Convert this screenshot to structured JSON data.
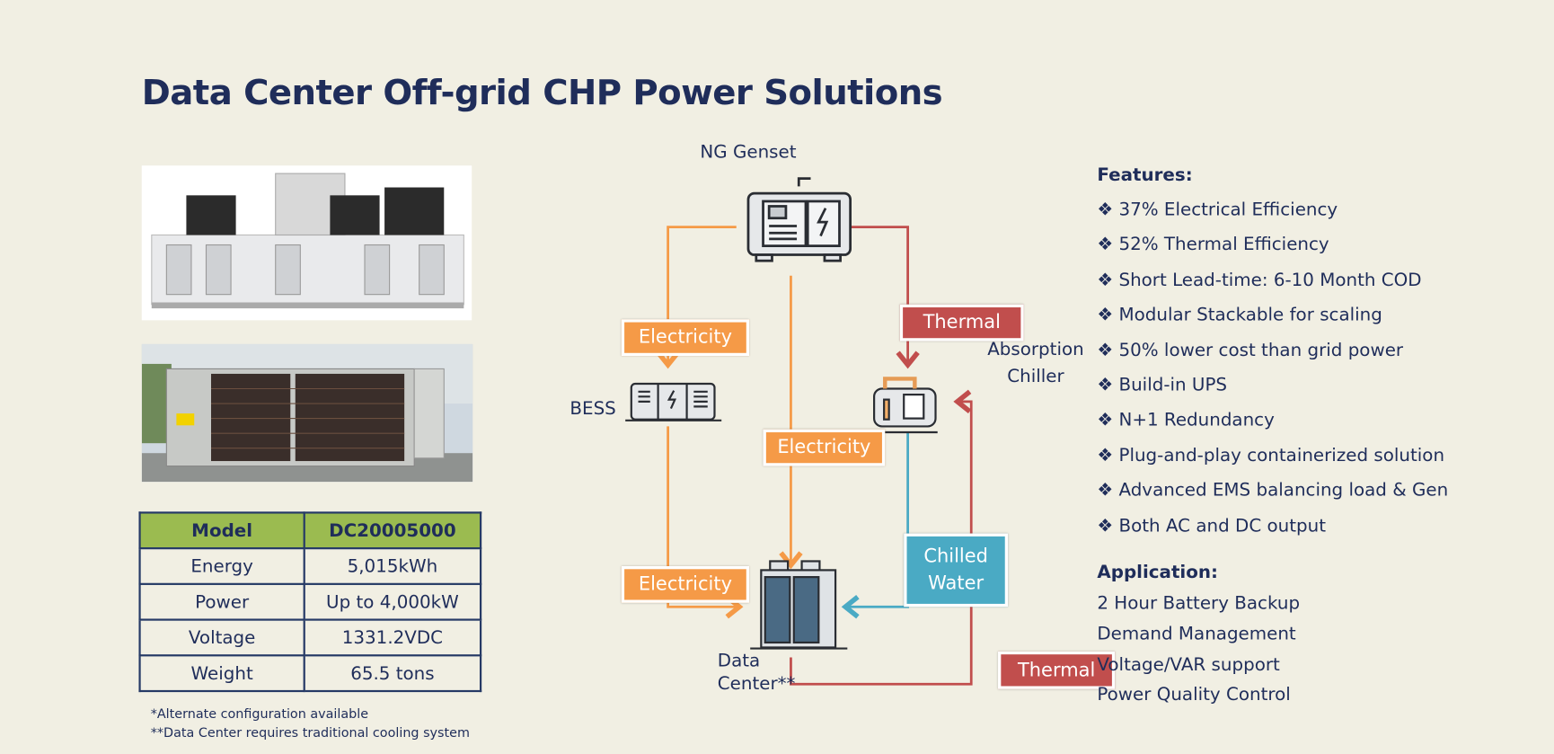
{
  "title": "Data Center Off-grid CHP Power Solutions",
  "table": {
    "header": [
      "Model",
      "DC20005000"
    ],
    "rows": [
      [
        "Energy",
        "5,015kWh"
      ],
      [
        "Power",
        "Up to 4,000kW"
      ],
      [
        "Voltage",
        "1331.2VDC"
      ],
      [
        "Weight",
        "65.5 tons"
      ]
    ]
  },
  "footnotes": [
    "*Alternate configuration available",
    "**Data Center requires traditional cooling system"
  ],
  "diagram": {
    "nodes": {
      "genset": "NG Genset",
      "bess": "BESS",
      "chiller_line1": "Absorption",
      "chiller_line2": "Chiller",
      "dc_line1": "Data",
      "dc_line2": "Center**"
    },
    "flows": {
      "elec1": "Electricity",
      "elec2": "Electricity",
      "elec3": "Electricity",
      "thermal1": "Thermal",
      "thermal2": "Thermal",
      "chilled_line1": "Chilled",
      "chilled_line2": "Water"
    },
    "colors": {
      "electricity": "#f59a47",
      "thermal": "#c14e4d",
      "chilled_water": "#4aaac4",
      "table_header": "#9bbb50"
    }
  },
  "features": {
    "heading": "Features:",
    "items": [
      "❖ 37% Electrical Efficiency",
      "❖ 52% Thermal Efficiency",
      "❖ Short Lead-time: 6-10 Month COD",
      "❖ Modular Stackable for scaling",
      "❖ 50% lower cost than grid power",
      "❖ Build-in UPS",
      "❖ N+1 Redundancy",
      "❖ Plug-and-play containerized solution",
      "❖ Advanced EMS balancing load & Gen",
      "❖ Both AC and DC output"
    ]
  },
  "application": {
    "heading": "Application:",
    "items": [
      "2 Hour Battery Backup",
      "Demand Management",
      "Voltage/VAR support",
      "Power Quality Control"
    ]
  }
}
